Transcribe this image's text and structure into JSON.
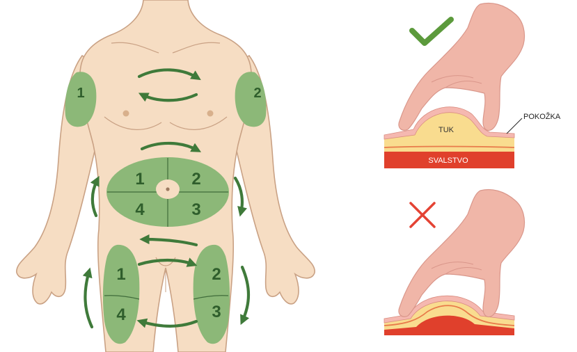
{
  "colors": {
    "skin": "#f6ddc3",
    "skin_outline": "#c9a184",
    "zone": "#8cb878",
    "arrow": "#3f7a3a",
    "hand": "#f0b6a8",
    "fat": "#f9dc8f",
    "muscle": "#e0402c",
    "skin_layer": "#f5b8b0",
    "check": "#5c9a3c",
    "cross": "#e44334"
  },
  "arms": {
    "left": "1",
    "right": "2"
  },
  "abdomen": {
    "q1": "1",
    "q2": "2",
    "q3": "3",
    "q4": "4"
  },
  "thigh_left": {
    "top": "1",
    "bottom": "4"
  },
  "thigh_right": {
    "top": "2",
    "bottom": "3"
  },
  "labels": {
    "skin": "POKOŽKA",
    "fat": "TUK",
    "muscle": "SVALSTVO"
  },
  "icons": {
    "correct": "check-icon",
    "wrong": "cross-icon"
  }
}
